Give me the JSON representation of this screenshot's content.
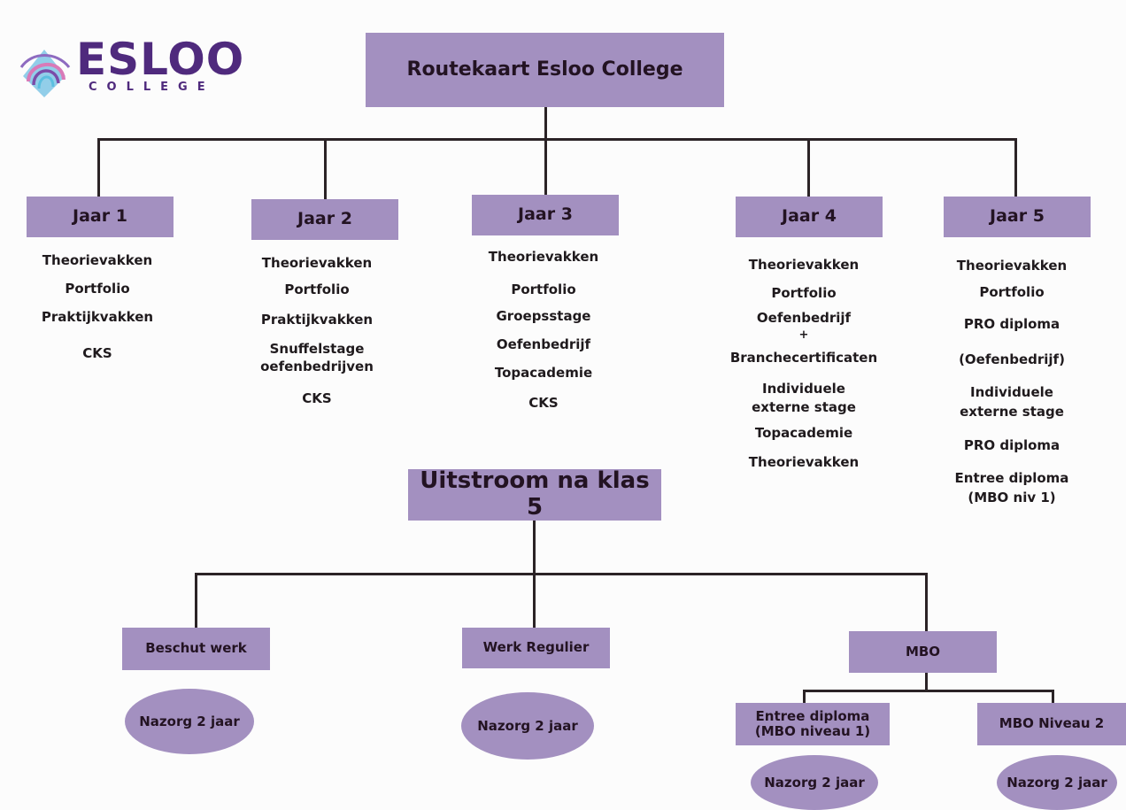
{
  "logo": {
    "name": "ESLOO",
    "subtitle": "COLLEGE"
  },
  "title": "Routekaart Esloo College",
  "years": [
    {
      "label": "Jaar 1",
      "items": [
        "Theorievakken",
        "Portfolio",
        "Praktijkvakken",
        "CKS"
      ]
    },
    {
      "label": "Jaar 2",
      "items": [
        "Theorievakken",
        "Portfolio",
        "Praktijkvakken",
        "Snuffelstage",
        "oefenbedrijven",
        "CKS"
      ]
    },
    {
      "label": "Jaar 3",
      "items": [
        "Theorievakken",
        "Portfolio",
        "Groepsstage",
        "Oefenbedrijf",
        "Topacademie",
        "CKS"
      ]
    },
    {
      "label": "Jaar 4",
      "items": [
        "Theorievakken",
        "Portfolio",
        "Oefenbedrijf",
        "+",
        "Branchecertificaten",
        "Individuele",
        "externe stage",
        "Topacademie",
        "Theorievakken"
      ]
    },
    {
      "label": "Jaar 5",
      "items": [
        "Theorievakken",
        "Portfolio",
        "PRO diploma",
        "(Oefenbedrijf)",
        "Individuele",
        "externe stage",
        "PRO diploma",
        "Entree diploma",
        "(MBO niv 1)"
      ]
    }
  ],
  "outflow": {
    "title": "Uitstroom na klas 5",
    "beschut": "Beschut werk",
    "regulier": "Werk Regulier",
    "mbo": "MBO",
    "entree_line1": "Entree diploma",
    "entree_line2": "(MBO niveau 1)",
    "niveau2": "MBO Niveau 2",
    "nazorg": "Nazorg 2 jaar"
  },
  "colors": {
    "box": "#a390c0",
    "line": "#2b2326",
    "logo": "#4f2a7d"
  }
}
